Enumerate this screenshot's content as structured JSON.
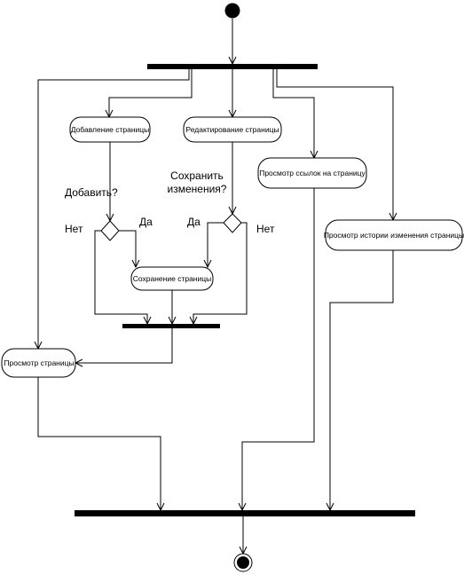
{
  "activities": {
    "add_page": "Добавление страницы",
    "edit_page": "Редактирование страницы",
    "view_links": "Просмотр ссылок на страницу",
    "view_history": "Просмотр истории изменения страницы",
    "save_page": "Сохранение страницы",
    "view_page": "Просмотр страницы"
  },
  "guards": {
    "add_question": "Добавить?",
    "save_question_line1": "Сохранить",
    "save_question_line2": "изменения?",
    "left_no": "Нет",
    "left_yes": "Да",
    "right_yes": "Да",
    "right_no": "Нет"
  }
}
